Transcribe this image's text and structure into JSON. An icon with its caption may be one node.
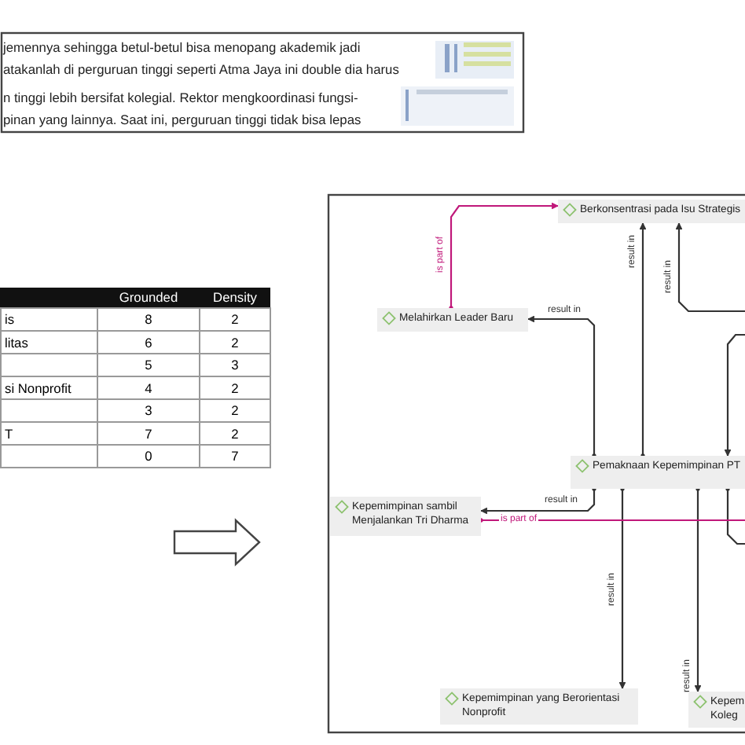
{
  "diagram": {
    "nodes": [
      {
        "text": [
          "Berkonsentrasi pada Isu Strategis"
        ]
      },
      {
        "text": [
          "Melahirkan Leader Baru"
        ]
      },
      {
        "text": [
          "Pemaknaan Kepemimpinan PT"
        ]
      },
      {
        "text": [
          "Kepemimpinan sambil Menjalankan Tri Dharma"
        ]
      },
      {
        "text": [
          "Kepemimpinan yang Berorientasi Nonprofit"
        ]
      },
      {
        "text": [
          "Kepem Koleg"
        ]
      }
    ],
    "edges": [
      {
        "from": 1,
        "to": 0,
        "arrow": "to",
        "label": "is part of",
        "color": "#c0187a"
      },
      {
        "from": 2,
        "to": 1,
        "arrow": "to",
        "label": "result in"
      },
      {
        "from": 2,
        "to": 0,
        "arrow": "to",
        "label": "result in"
      },
      {
        "from": null,
        "to": 0,
        "arrow": "to",
        "label": "result in"
      },
      {
        "from": null,
        "to": 2,
        "arrow": "to"
      },
      {
        "from": 2,
        "to": 3,
        "arrow": "to",
        "label": "result in"
      },
      {
        "from": 2,
        "to": 4,
        "arrow": "to",
        "label": "result in"
      },
      {
        "from": 2,
        "to": 5,
        "arrow": "to",
        "label": "result in"
      },
      {
        "from": 2,
        "to": null,
        "arrow": "other"
      },
      {
        "from": 3,
        "to": null,
        "arrow": "other",
        "label": "is part of",
        "color": "#c0187a"
      }
    ],
    "labels": [
      "jemennya sehingga betul-betul bisa menopang akademik jadi",
      "atakanlah di perguruan tinggi seperti Atma Jaya ini double dia harus",
      "n tinggi lebih bersifat kolegial. Rektor mengkoordinasi fungsi-",
      "pinan yang lainnya. Saat ini, perguruan tinggi tidak bisa lepas",
      "Grounded",
      "Density",
      "is",
      "8",
      "2",
      "litas",
      "6",
      "2",
      "5",
      "3",
      "si Nonprofit",
      "4",
      "2",
      "3",
      "2",
      "T",
      "7",
      "2",
      "0",
      "7"
    ]
  }
}
